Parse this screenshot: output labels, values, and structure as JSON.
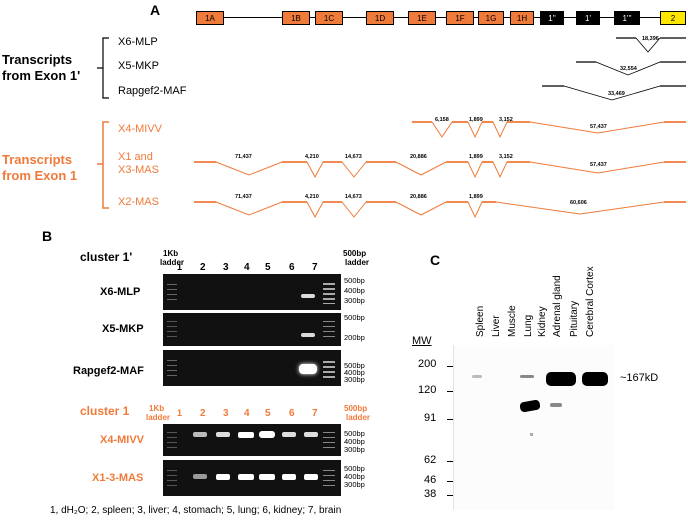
{
  "panelA": {
    "letter": "A",
    "exons": [
      {
        "label": "1A",
        "color": "orange"
      },
      {
        "label": "1B",
        "color": "orange"
      },
      {
        "label": "1C",
        "color": "orange"
      },
      {
        "label": "1D",
        "color": "orange"
      },
      {
        "label": "1E",
        "color": "orange"
      },
      {
        "label": "1F",
        "color": "orange"
      },
      {
        "label": "1G",
        "color": "orange"
      },
      {
        "label": "1H",
        "color": "orange"
      },
      {
        "label": "1''",
        "color": "black"
      },
      {
        "label": "1'",
        "color": "black"
      },
      {
        "label": "1'''",
        "color": "black"
      },
      {
        "label": "2",
        "color": "yellow"
      }
    ],
    "group1_title_line1": "Transcripts",
    "group1_title_line2": "from Exon 1'",
    "group2_title_line1": "Transcripts",
    "group2_title_line2": "from Exon 1",
    "transcripts_black": [
      {
        "name": "X6-MLP",
        "intron": "18,396"
      },
      {
        "name": "X5-MKP",
        "intron": "32,554"
      },
      {
        "name": "Rapgef2-MAF",
        "intron": "33,469"
      }
    ],
    "transcripts_orange": [
      {
        "name": "X4-MIVV",
        "introns": [
          "6,158",
          "1,899",
          "3,152",
          "57,437"
        ]
      },
      {
        "name_line1": "X1 and",
        "name_line2": "X3-MAS",
        "introns": [
          "71,437",
          "4,210",
          "14,673",
          "20,886",
          "1,899",
          "3,152",
          "57,437"
        ]
      },
      {
        "name": "X2-MAS",
        "introns": [
          "71,437",
          "4,210",
          "14,673",
          "20,886",
          "1,899",
          "60,606"
        ]
      }
    ]
  },
  "panelB": {
    "letter": "B",
    "cluster1p": "cluster 1'",
    "cluster1": "cluster 1",
    "ladder_left_line1": "1Kb",
    "ladder_left_line2": "ladder",
    "ladder_right_line1": "500bp",
    "ladder_right_line2": "ladder",
    "lanes": [
      "1",
      "2",
      "3",
      "4",
      "5",
      "6",
      "7"
    ],
    "gels": [
      {
        "label": "X6-MLP",
        "bp": [
          "500bp",
          "400bp",
          "300bp"
        ]
      },
      {
        "label": "X5-MKP",
        "bp": [
          "500bp",
          "200bp"
        ]
      },
      {
        "label": "Rapgef2-MAF",
        "bp": [
          "500bp",
          "400bp",
          "300bp"
        ]
      },
      {
        "label": "X4-MIVV",
        "bp": [
          "500bp",
          "400bp",
          "300bp"
        ]
      },
      {
        "label": "X1-3-MAS",
        "bp": [
          "500bp",
          "400bp",
          "300bp"
        ]
      }
    ],
    "legend": "1, dH₂O; 2, spleen; 3, liver; 4, stomach; 5, lung; 6, kidney; 7, brain"
  },
  "panelC": {
    "letter": "C",
    "mw_title": "MW",
    "mw": [
      "200",
      "120",
      "91",
      "62",
      "46",
      "38"
    ],
    "tissues": [
      "Spleen",
      "Liver",
      "Muscle",
      "Lung",
      "Kidney",
      "Adrenal gland",
      "Pituitary",
      "Cerebral Cortex"
    ],
    "band_label": "~167kD"
  },
  "colors": {
    "orange": "#f07a3a",
    "black": "#000000",
    "yellow": "#ffe600"
  }
}
